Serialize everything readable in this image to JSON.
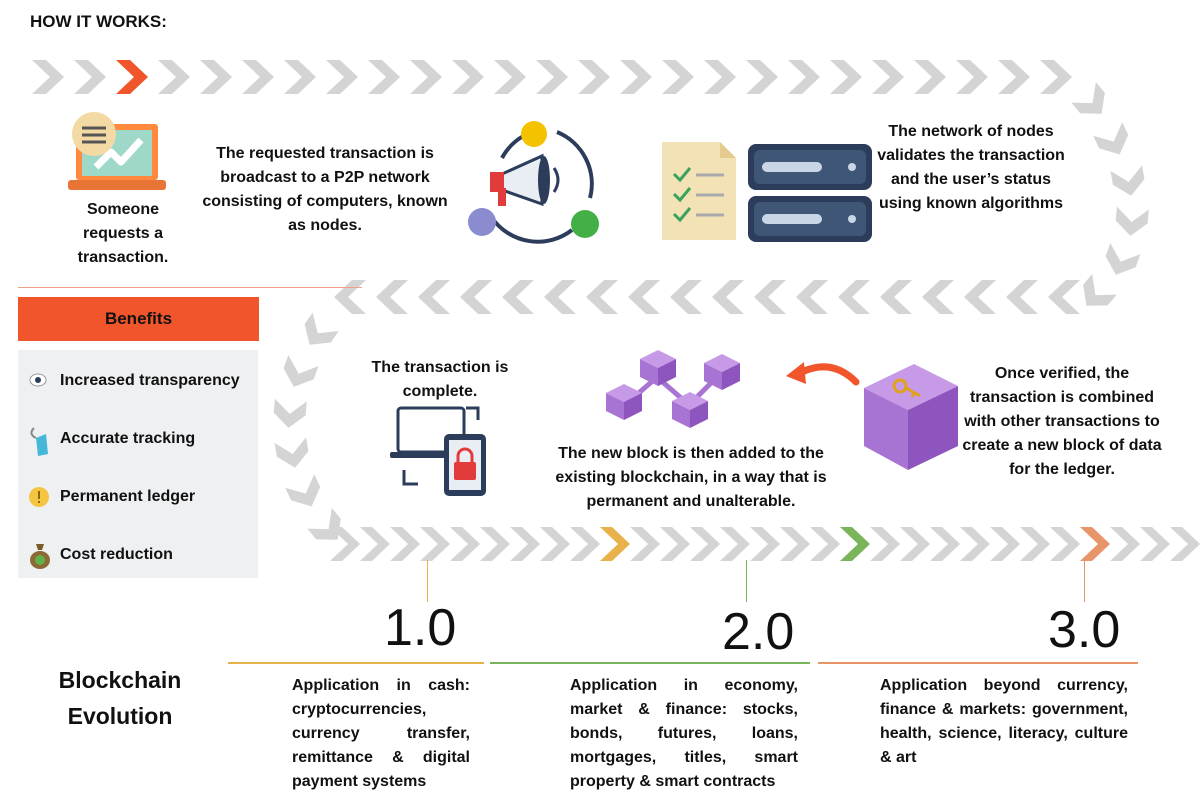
{
  "title": "HOW IT WORKS:",
  "steps": {
    "request": "Someone requests a transaction.",
    "broadcast": "The requested transaction is broadcast to a P2P network consisting of computers, known as nodes.",
    "validate": "The network of nodes validates the transaction and the user’s status using known algorithms",
    "combine": "Once verified, the transaction is combined with other transactions to create a new block of data for the ledger.",
    "added": "The new block is then added to the existing blockchain, in a way that is permanent and unalterable.",
    "complete": "The transaction is complete."
  },
  "benefits": {
    "header": "Benefits",
    "items": [
      "Increased transparency",
      "Accurate tracking",
      "Permanent ledger",
      "Cost reduction"
    ]
  },
  "evolution": {
    "title": "Blockchain Evolution",
    "versions": [
      {
        "label": "1.0",
        "text": "Application in cash: cryptocurrencies, currency transfer, remittance & digital payment systems",
        "color": "#e7b24a"
      },
      {
        "label": "2.0",
        "text": "Application in economy, market & finance: stocks, bonds, futures, loans, mortgages, titles, smart property & smart contracts",
        "color": "#7ab55c"
      },
      {
        "label": "3.0",
        "text": "Application beyond currency, finance & markets: government, health, science, literacy, culture & art",
        "color": "#e8956a"
      }
    ]
  },
  "colors": {
    "accent": "#f0552b",
    "chevron": "#d4d4d4",
    "purple": "#a774d4",
    "server": "#2b3d5a"
  }
}
